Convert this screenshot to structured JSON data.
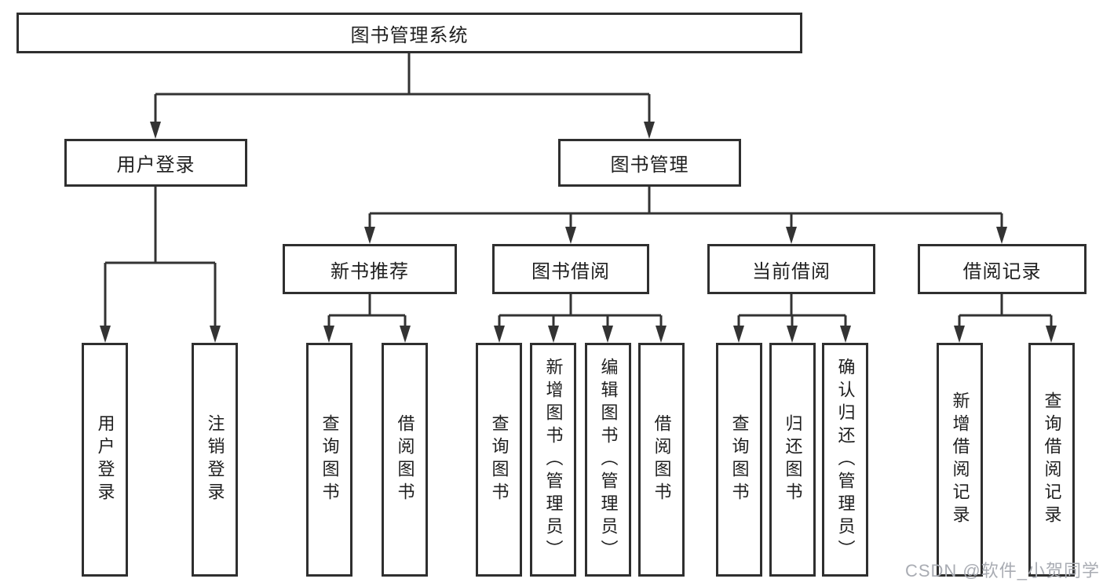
{
  "tree": {
    "root": "图书管理系统",
    "l2": [
      "用户登录",
      "图书管理"
    ],
    "l3": [
      "新书推荐",
      "图书借阅",
      "当前借阅",
      "借阅记录"
    ],
    "leaves": {
      "a": [
        "用户登录",
        "注销登录"
      ],
      "b": [
        "查询图书",
        "借阅图书"
      ],
      "c": [
        "查询图书",
        "新增图书（管理员）",
        "编辑图书（管理员）",
        "借阅图书"
      ],
      "d": [
        "查询图书",
        "归还图书",
        "确认归还（管理员）"
      ],
      "e": [
        "新增借阅记录",
        "查询借阅记录"
      ]
    }
  },
  "watermark": "CSDN @软件_小贺同学",
  "colors": {
    "line": "#333333",
    "text": "#1f1f1f",
    "watermark": "#a9acb3",
    "background": "#ffffff"
  }
}
